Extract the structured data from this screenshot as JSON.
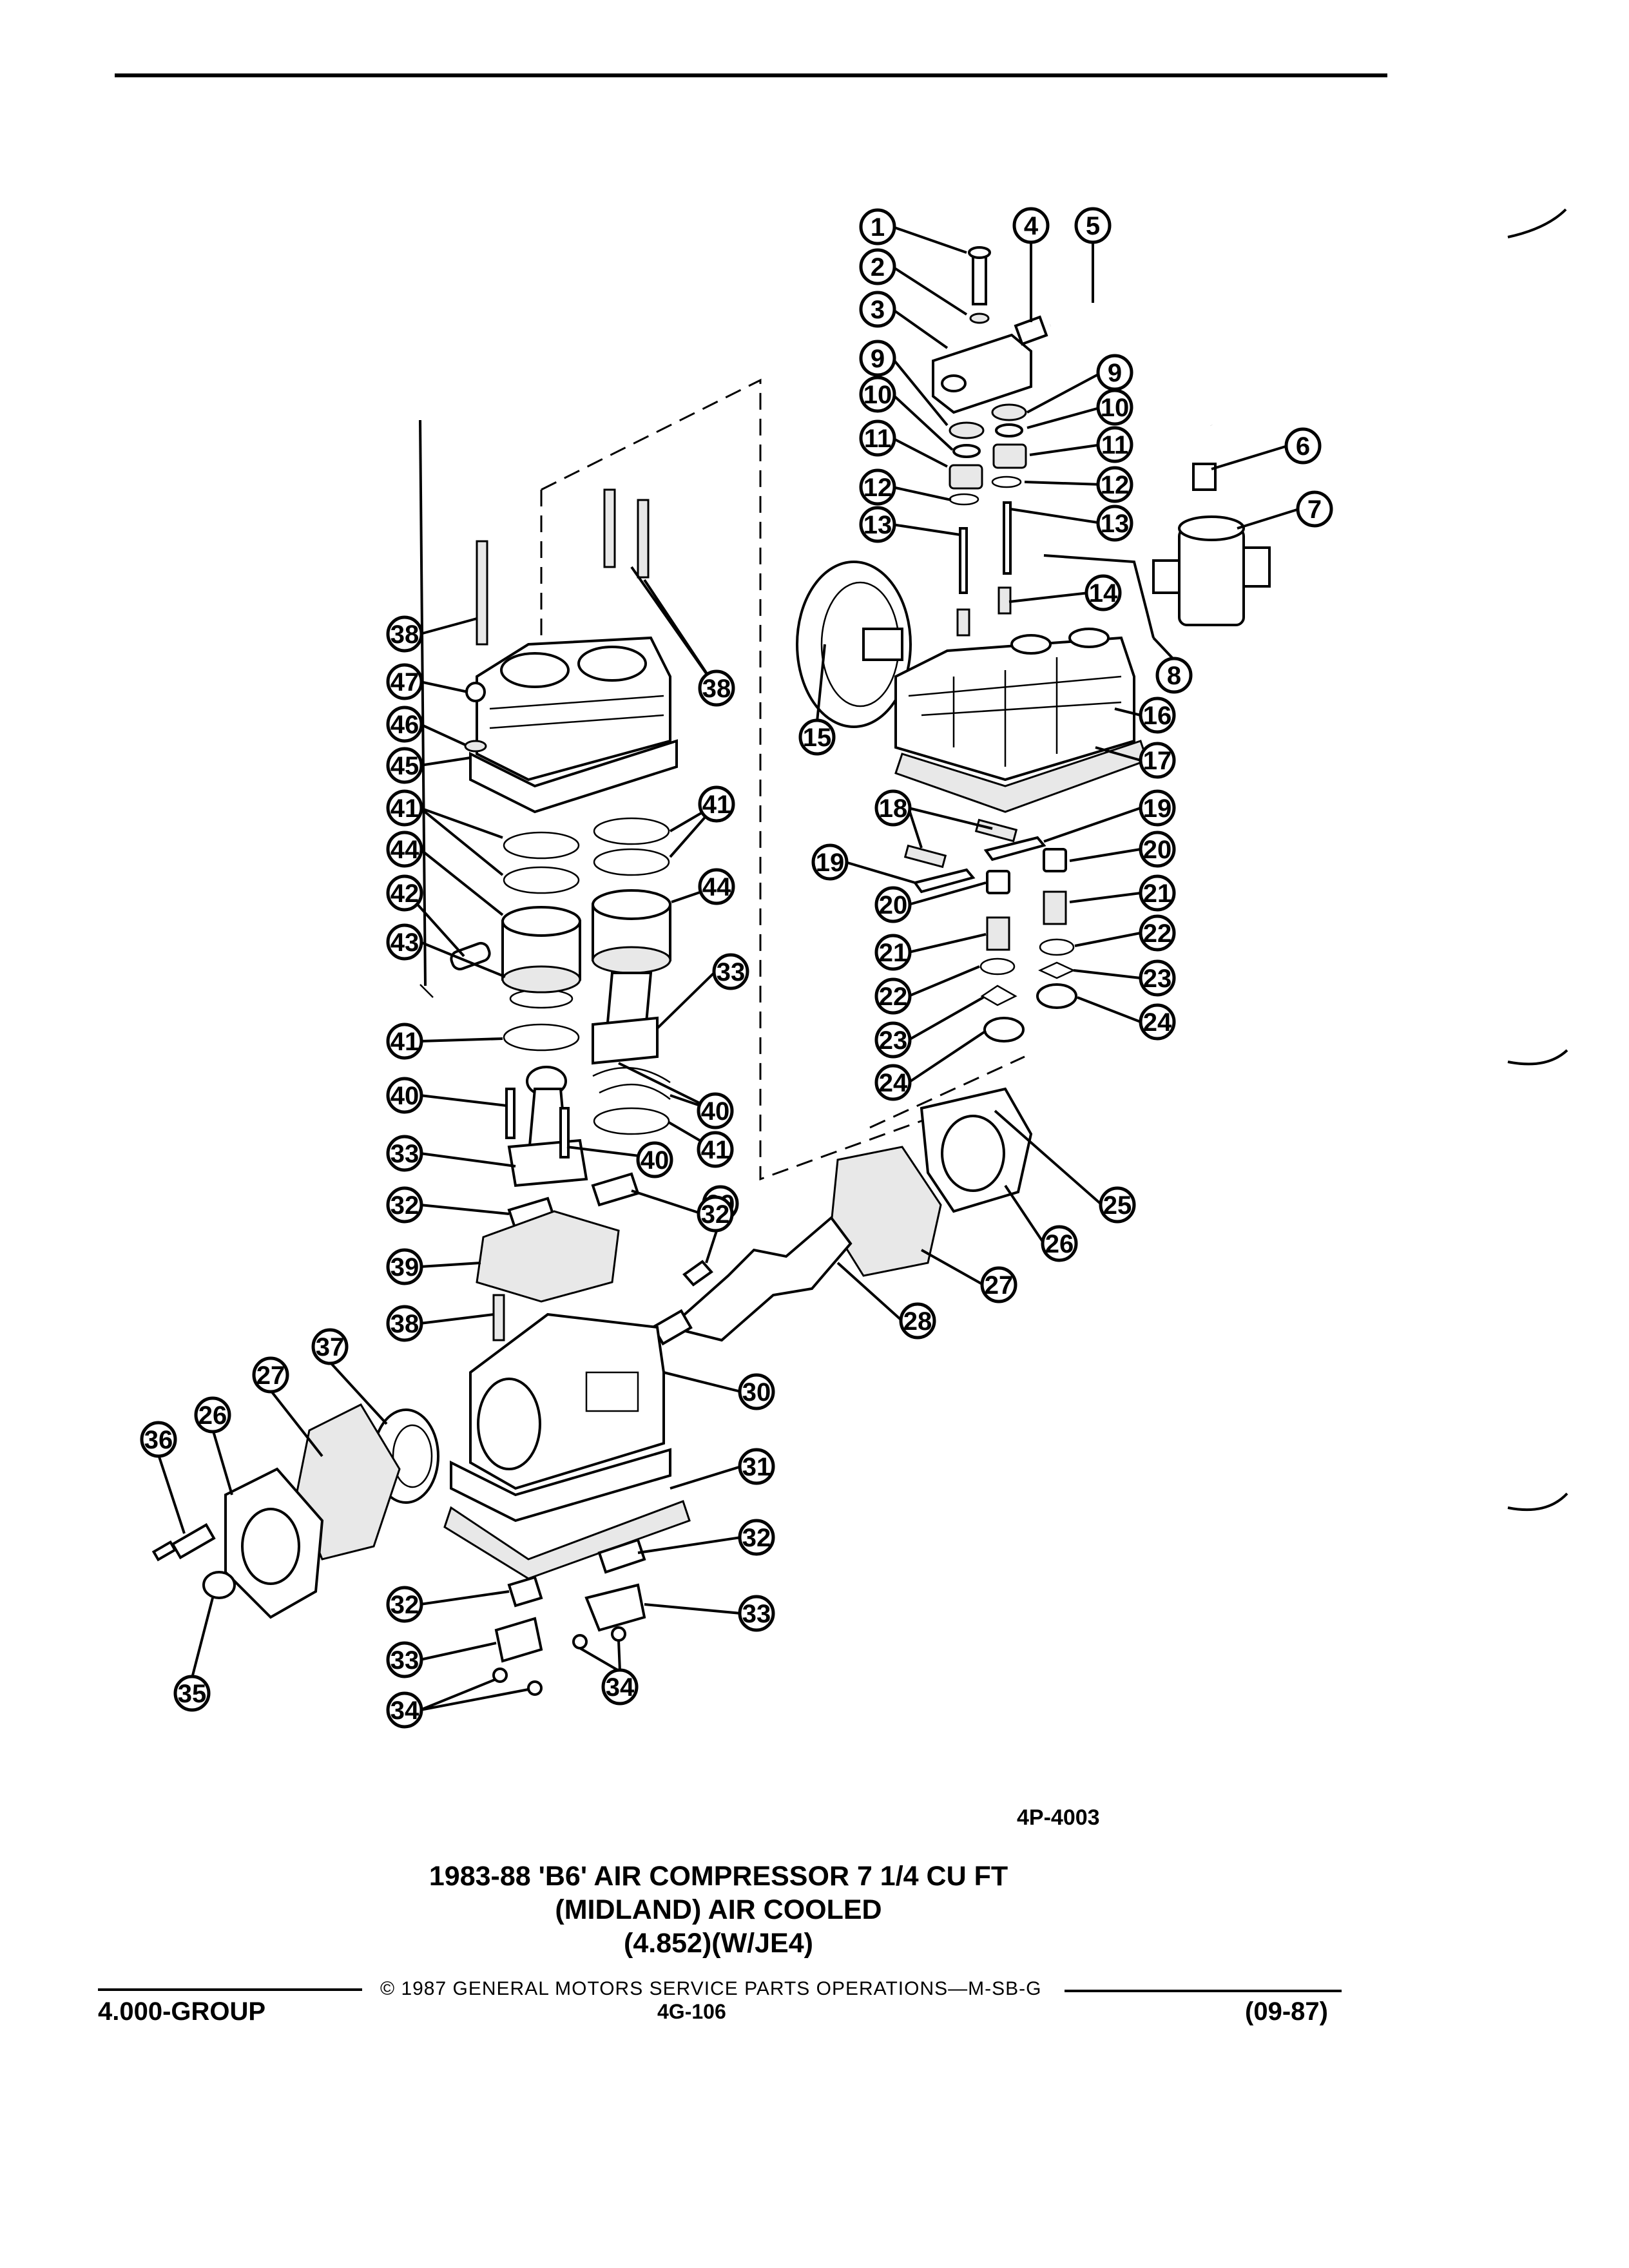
{
  "figure": {
    "plate_number": "4P-4003",
    "title_lines": [
      "1983-88 'B6' AIR COMPRESSOR 7 1/4 CU FT",
      "(MIDLAND) AIR COOLED",
      "(4.852)(W/JE4)"
    ]
  },
  "footer": {
    "group": "4.000-GROUP",
    "copyright": "© 1987 GENERAL MOTORS SERVICE PARTS OPERATIONS—M-SB-G",
    "page": "4G-106",
    "date": "(09-87)"
  },
  "callouts": [
    "1",
    "2",
    "3",
    "4",
    "5",
    "6",
    "7",
    "8",
    "9",
    "9",
    "10",
    "10",
    "11",
    "11",
    "12",
    "12",
    "13",
    "13",
    "14",
    "15",
    "16",
    "17",
    "18",
    "19",
    "19",
    "20",
    "20",
    "21",
    "21",
    "22",
    "22",
    "23",
    "23",
    "24",
    "24",
    "25",
    "26",
    "26",
    "27",
    "27",
    "28",
    "29",
    "30",
    "31",
    "32",
    "32",
    "32",
    "32",
    "33",
    "33",
    "33",
    "33",
    "34",
    "34",
    "35",
    "36",
    "37",
    "38",
    "38",
    "38",
    "39",
    "40",
    "40",
    "40",
    "41",
    "41",
    "41",
    "41",
    "42",
    "43",
    "44",
    "44",
    "45",
    "46",
    "47"
  ]
}
